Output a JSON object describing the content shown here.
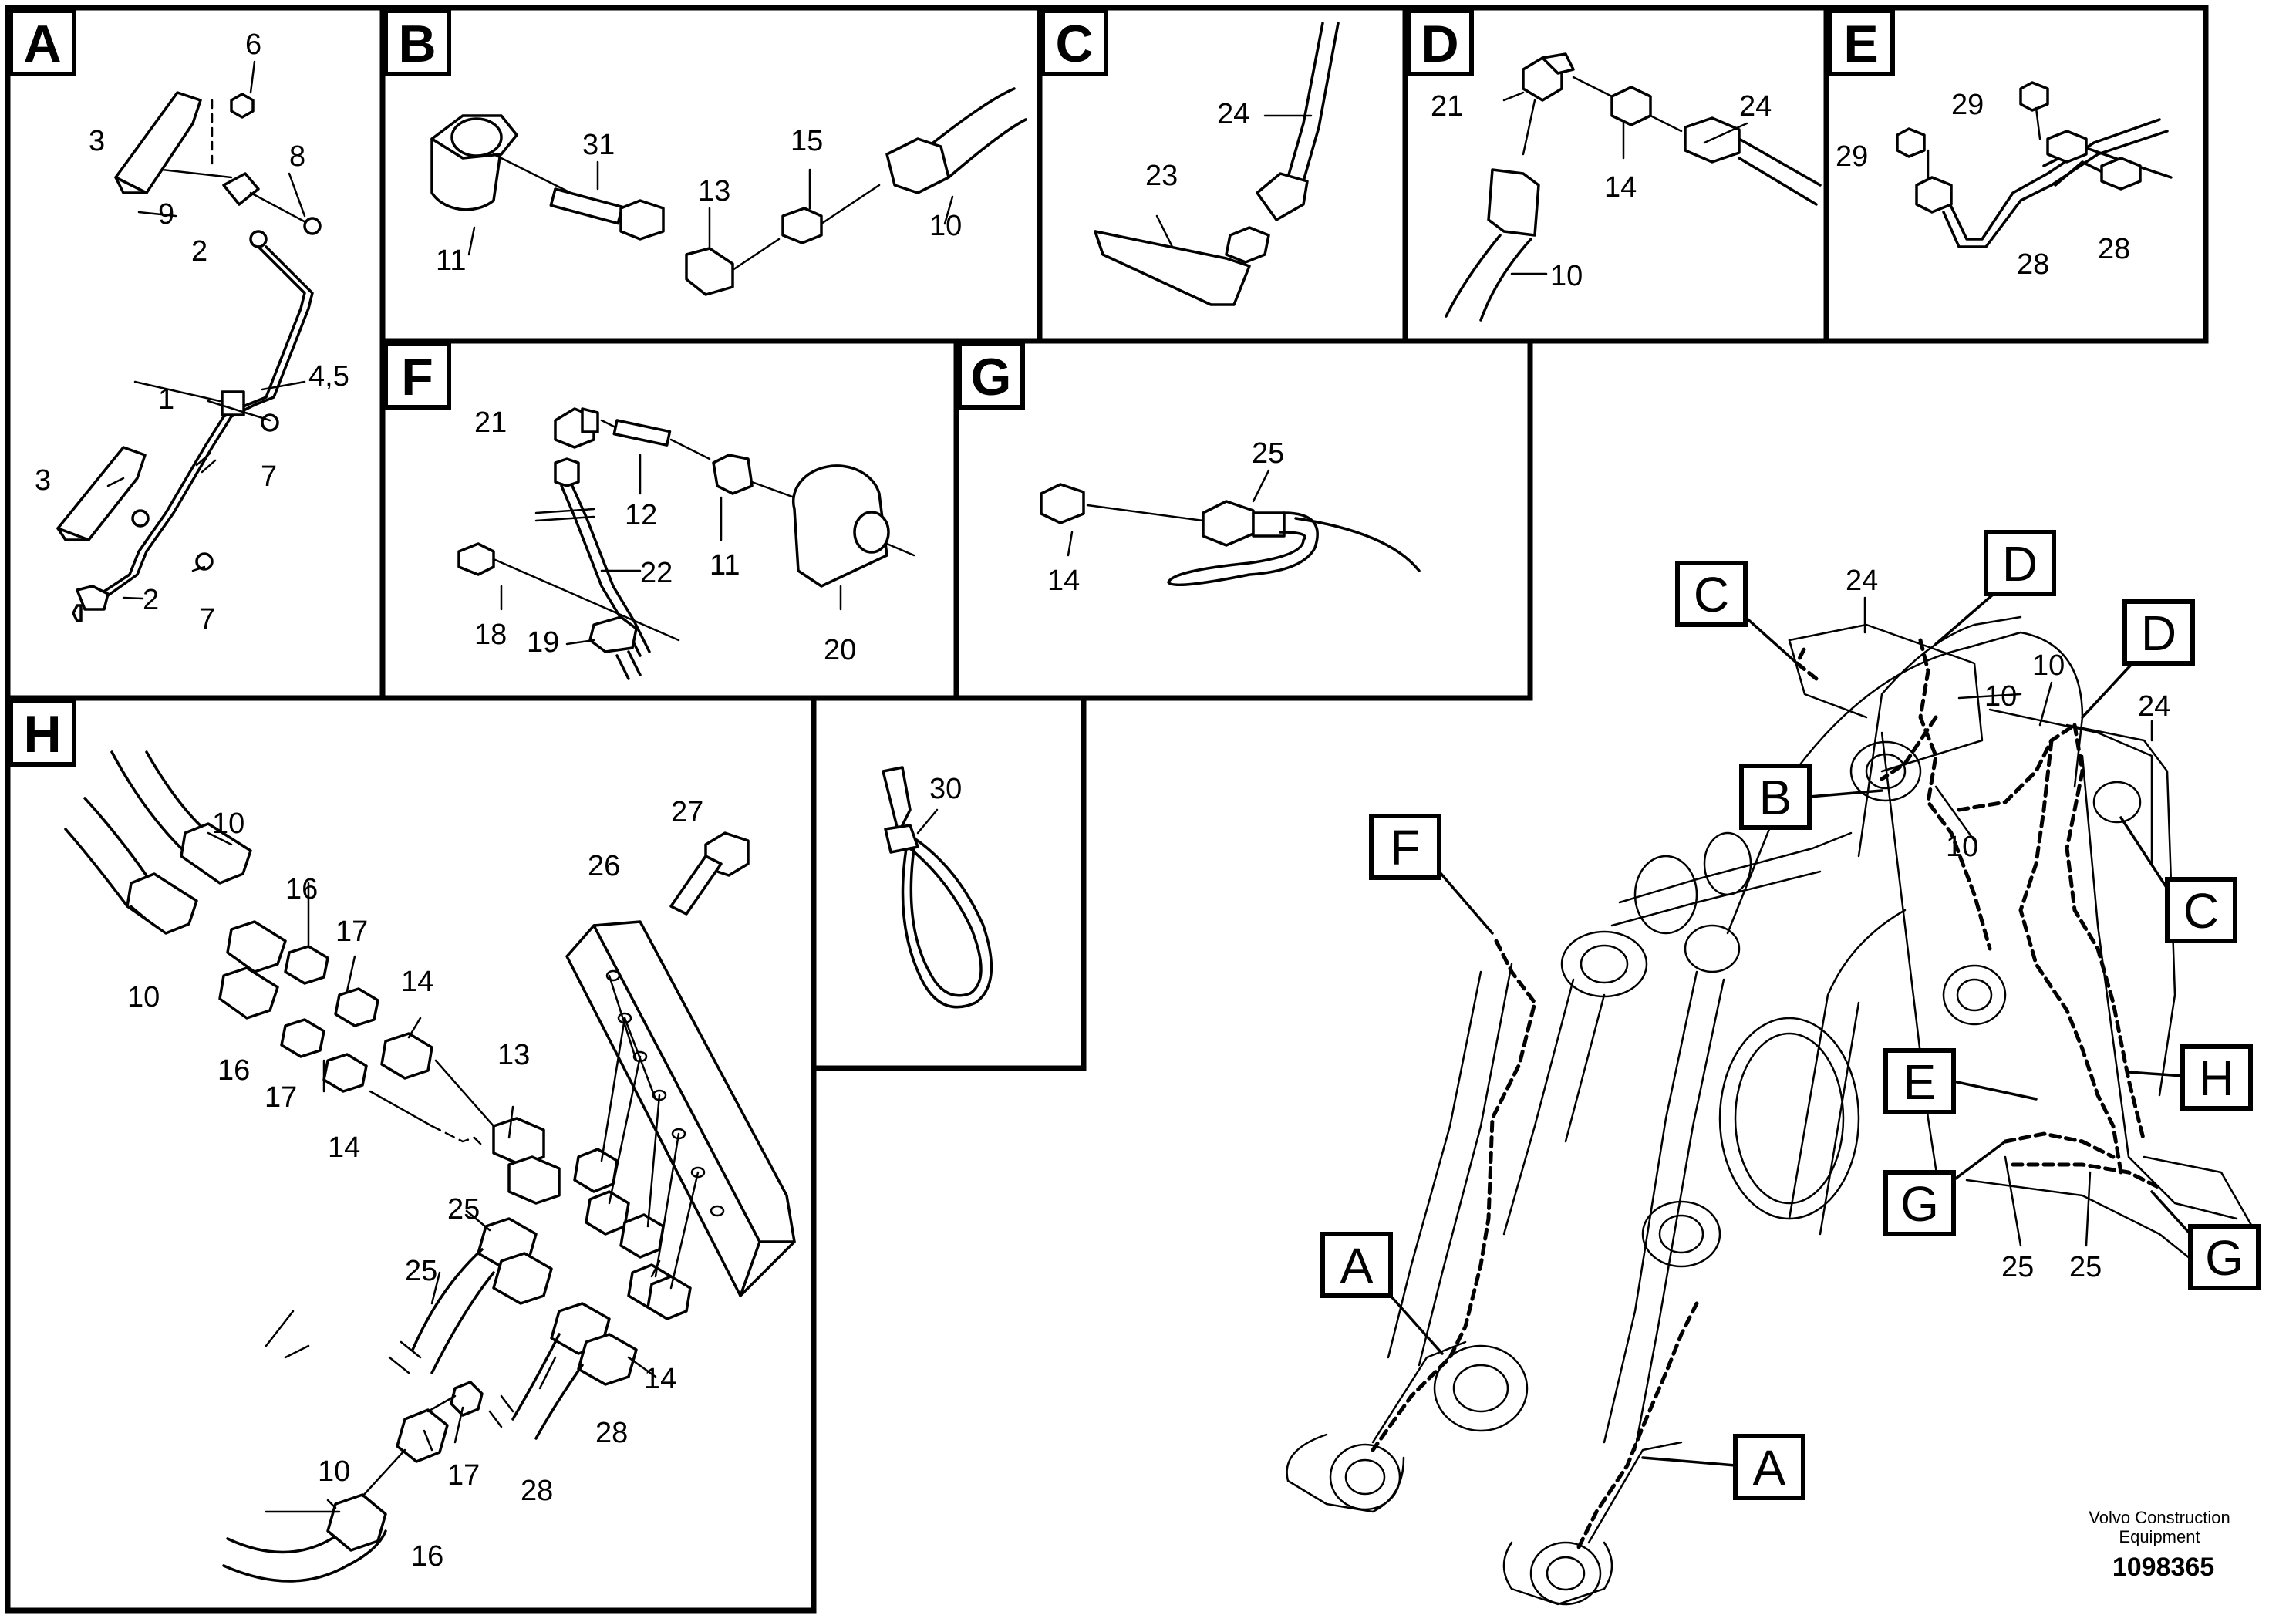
{
  "panels": {
    "A": {
      "letter": "A",
      "labels": [
        "6",
        "3",
        "8",
        "9",
        "2",
        "4,5",
        "1",
        "7",
        "3",
        "2",
        "7"
      ]
    },
    "B": {
      "letter": "B",
      "labels": [
        "31",
        "15",
        "13",
        "11",
        "10"
      ]
    },
    "C": {
      "letter": "C",
      "labels": [
        "24",
        "23"
      ]
    },
    "D": {
      "letter": "D",
      "labels": [
        "21",
        "24",
        "14",
        "10"
      ]
    },
    "E": {
      "letter": "E",
      "labels": [
        "29",
        "29",
        "28",
        "28"
      ]
    },
    "F": {
      "letter": "F",
      "labels": [
        "21",
        "12",
        "11",
        "22",
        "18",
        "19",
        "20"
      ]
    },
    "G": {
      "letter": "G",
      "labels": [
        "25",
        "14"
      ]
    },
    "H": {
      "letter": "H",
      "labels": [
        "10",
        "27",
        "16",
        "26",
        "17",
        "14",
        "10",
        "16",
        "17",
        "13",
        "14",
        "25",
        "25",
        "14",
        "28",
        "10",
        "17",
        "16",
        "28"
      ]
    },
    "tie": {
      "labels": [
        "30"
      ]
    }
  },
  "machine": {
    "callouts": [
      "C",
      "D",
      "B",
      "D",
      "F",
      "C",
      "E",
      "H",
      "G",
      "G",
      "A",
      "A"
    ],
    "labels": [
      "24",
      "10",
      "10",
      "24",
      "10",
      "25",
      "25"
    ]
  },
  "footer": {
    "company_line1": "Volvo Construction",
    "company_line2": "Equipment",
    "doc_number": "1098365"
  }
}
